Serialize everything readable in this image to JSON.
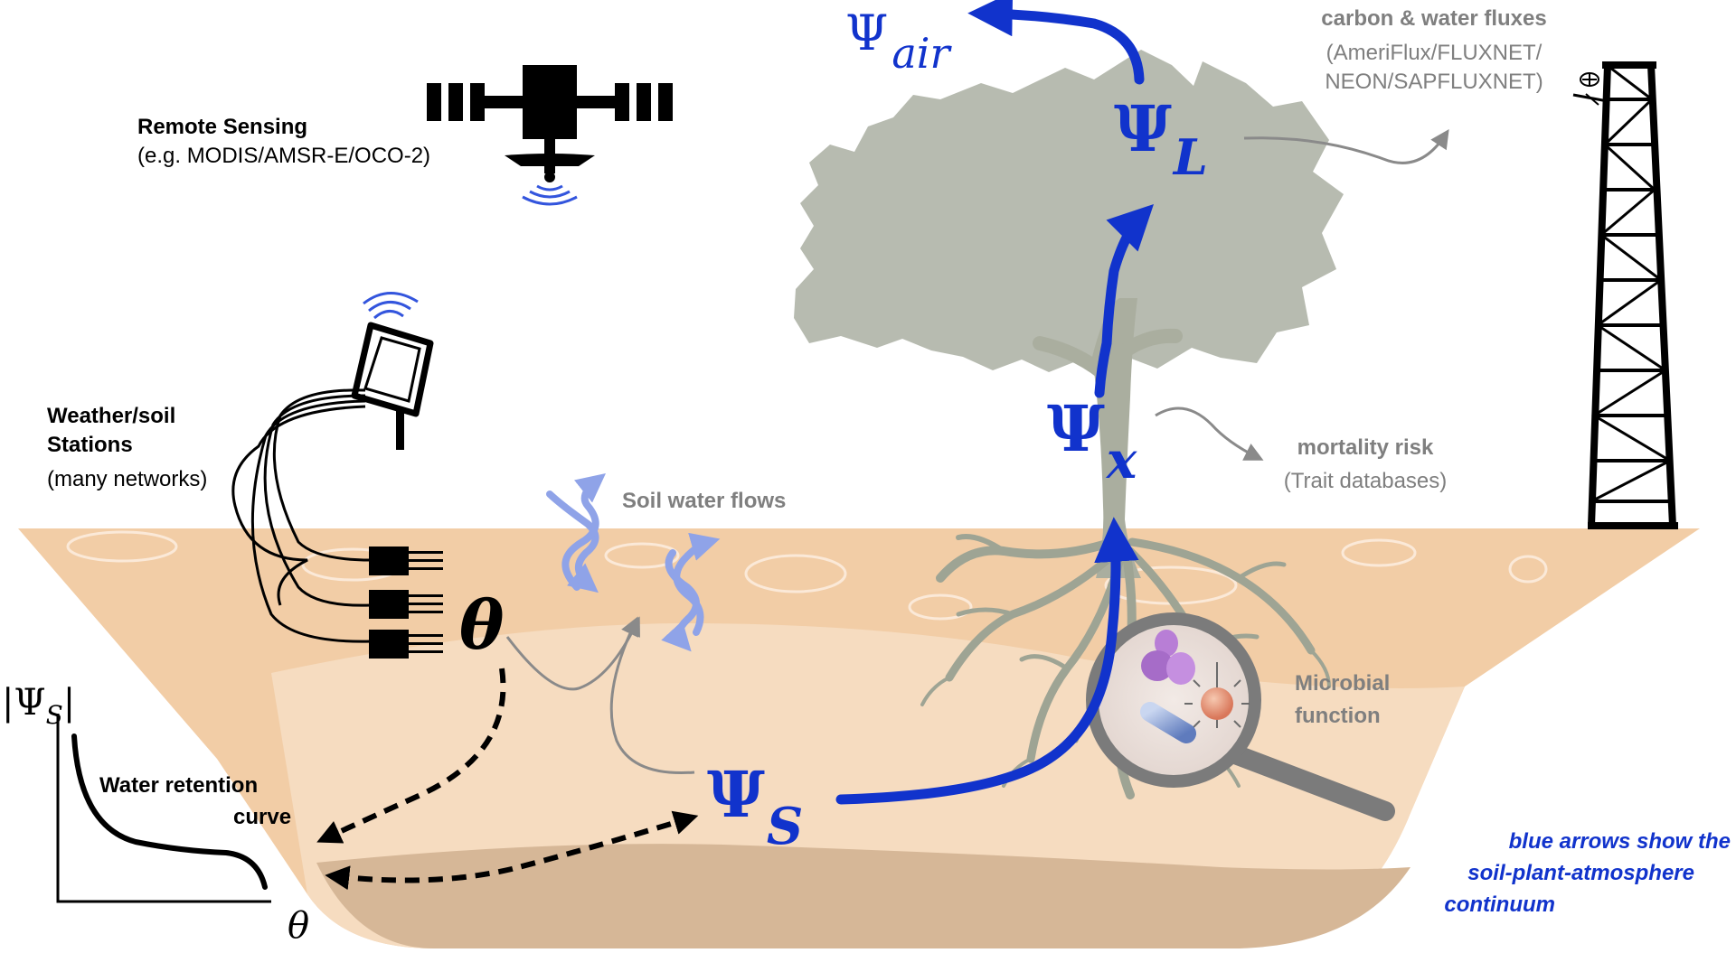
{
  "colors": {
    "flow_blue": "#1133cc",
    "light_blue": "#8fa3e8",
    "canopy": "#b7bbb0",
    "soil_top": "#f2cda6",
    "soil_mid": "#f6dcc0",
    "soil_deep": "#d6b797",
    "annotation_grey": "#7f7f7f"
  },
  "labels": {
    "remote_sensing_title": "Remote Sensing",
    "remote_sensing_sub": "(e.g. MODIS/AMSR-E/OCO-2)",
    "stations_line1": "Weather/soil",
    "stations_line2": "Stations",
    "stations_sub": "(many networks)",
    "soil_water_flows": "Soil water flows",
    "flux_title": "carbon & water fluxes",
    "flux_line1": "(AmeriFlux/FLUXNET/",
    "flux_line2": "NEON/SAPFLUXNET)",
    "mortality_title": "mortality risk",
    "mortality_sub": "(Trait databases)",
    "microbial_line1": "Microbial",
    "microbial_line2": "function",
    "retention_line1": "Water retention",
    "retention_line2": "curve",
    "note_line1": "blue arrows show the",
    "note_line2": "soil-plant-atmosphere",
    "note_line3": "continuum"
  },
  "symbols": {
    "psi": "Ψ",
    "psi_air_sub": "air",
    "psi_l_sub": "L",
    "psi_x_sub": "x",
    "psi_s_sub": "S",
    "theta": "θ",
    "axis_y_bar": "|",
    "axis_x_theta": "θ"
  },
  "icons": {
    "satellite": "satellite-icon",
    "station": "weather-station-icon",
    "probe": "soil-probe-icon",
    "tower": "flux-tower-icon",
    "tree": "tree-icon",
    "magnifier": "magnifier-icon",
    "microbe": "microbe-icon"
  }
}
